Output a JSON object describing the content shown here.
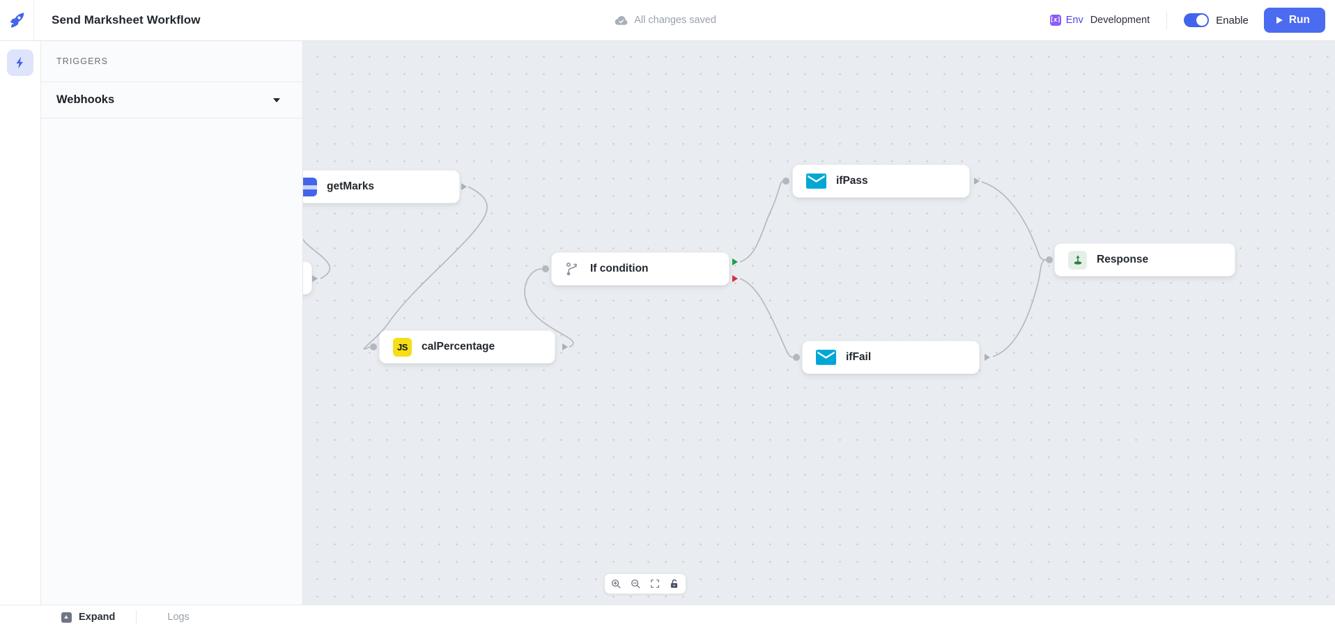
{
  "topbar": {
    "title": "Send Marksheet Workflow",
    "save_status": "All changes saved",
    "env_label": "Env",
    "env_badge_text": "[x]",
    "env_value": "Development",
    "enable_label": "Enable",
    "run_label": "Run"
  },
  "sidebar": {
    "section_title": "TRIGGERS",
    "items": [
      {
        "label": "Webhooks"
      }
    ]
  },
  "canvas": {
    "nodes": [
      {
        "id": "webhook-trigger",
        "label": "",
        "icon": "hidden-behind-panel"
      },
      {
        "id": "getMarks",
        "label": "getMarks",
        "icon": "database-blue"
      },
      {
        "id": "calPercentage",
        "label": "calPercentage",
        "icon": "javascript"
      },
      {
        "id": "if-condition",
        "label": "If condition",
        "icon": "branch"
      },
      {
        "id": "ifPass",
        "label": "ifPass",
        "icon": "email"
      },
      {
        "id": "ifFail",
        "label": "ifFail",
        "icon": "email"
      },
      {
        "id": "response",
        "label": "Response",
        "icon": "return-green"
      }
    ],
    "edges": [
      {
        "from": "webhook-trigger",
        "to": "getMarks"
      },
      {
        "from": "getMarks",
        "to": "calPercentage"
      },
      {
        "from": "calPercentage",
        "to": "if-condition"
      },
      {
        "from": "if-condition",
        "to": "ifPass",
        "branch": "true"
      },
      {
        "from": "if-condition",
        "to": "ifFail",
        "branch": "false"
      },
      {
        "from": "ifPass",
        "to": "response"
      },
      {
        "from": "ifFail",
        "to": "response"
      }
    ]
  },
  "toolbar": {
    "tools": [
      "zoom-in",
      "zoom-out",
      "fit-view",
      "lock"
    ]
  },
  "bottombar": {
    "expand_label": "Expand",
    "logs_label": "Logs"
  },
  "colors": {
    "accent_blue": "#4b6bf0",
    "toggle_blue": "#4263eb",
    "env_purple": "#8b5cf6",
    "env_text_indigo": "#4f46e5",
    "canvas_bg": "#e9ecf0",
    "js_yellow": "#f5de19",
    "email_cyan": "#00a7d4",
    "response_green": "#2e7d46",
    "branch_true_green": "#18a34a",
    "branch_false_red": "#d92d3f",
    "edge_gray": "#b3b8be"
  }
}
